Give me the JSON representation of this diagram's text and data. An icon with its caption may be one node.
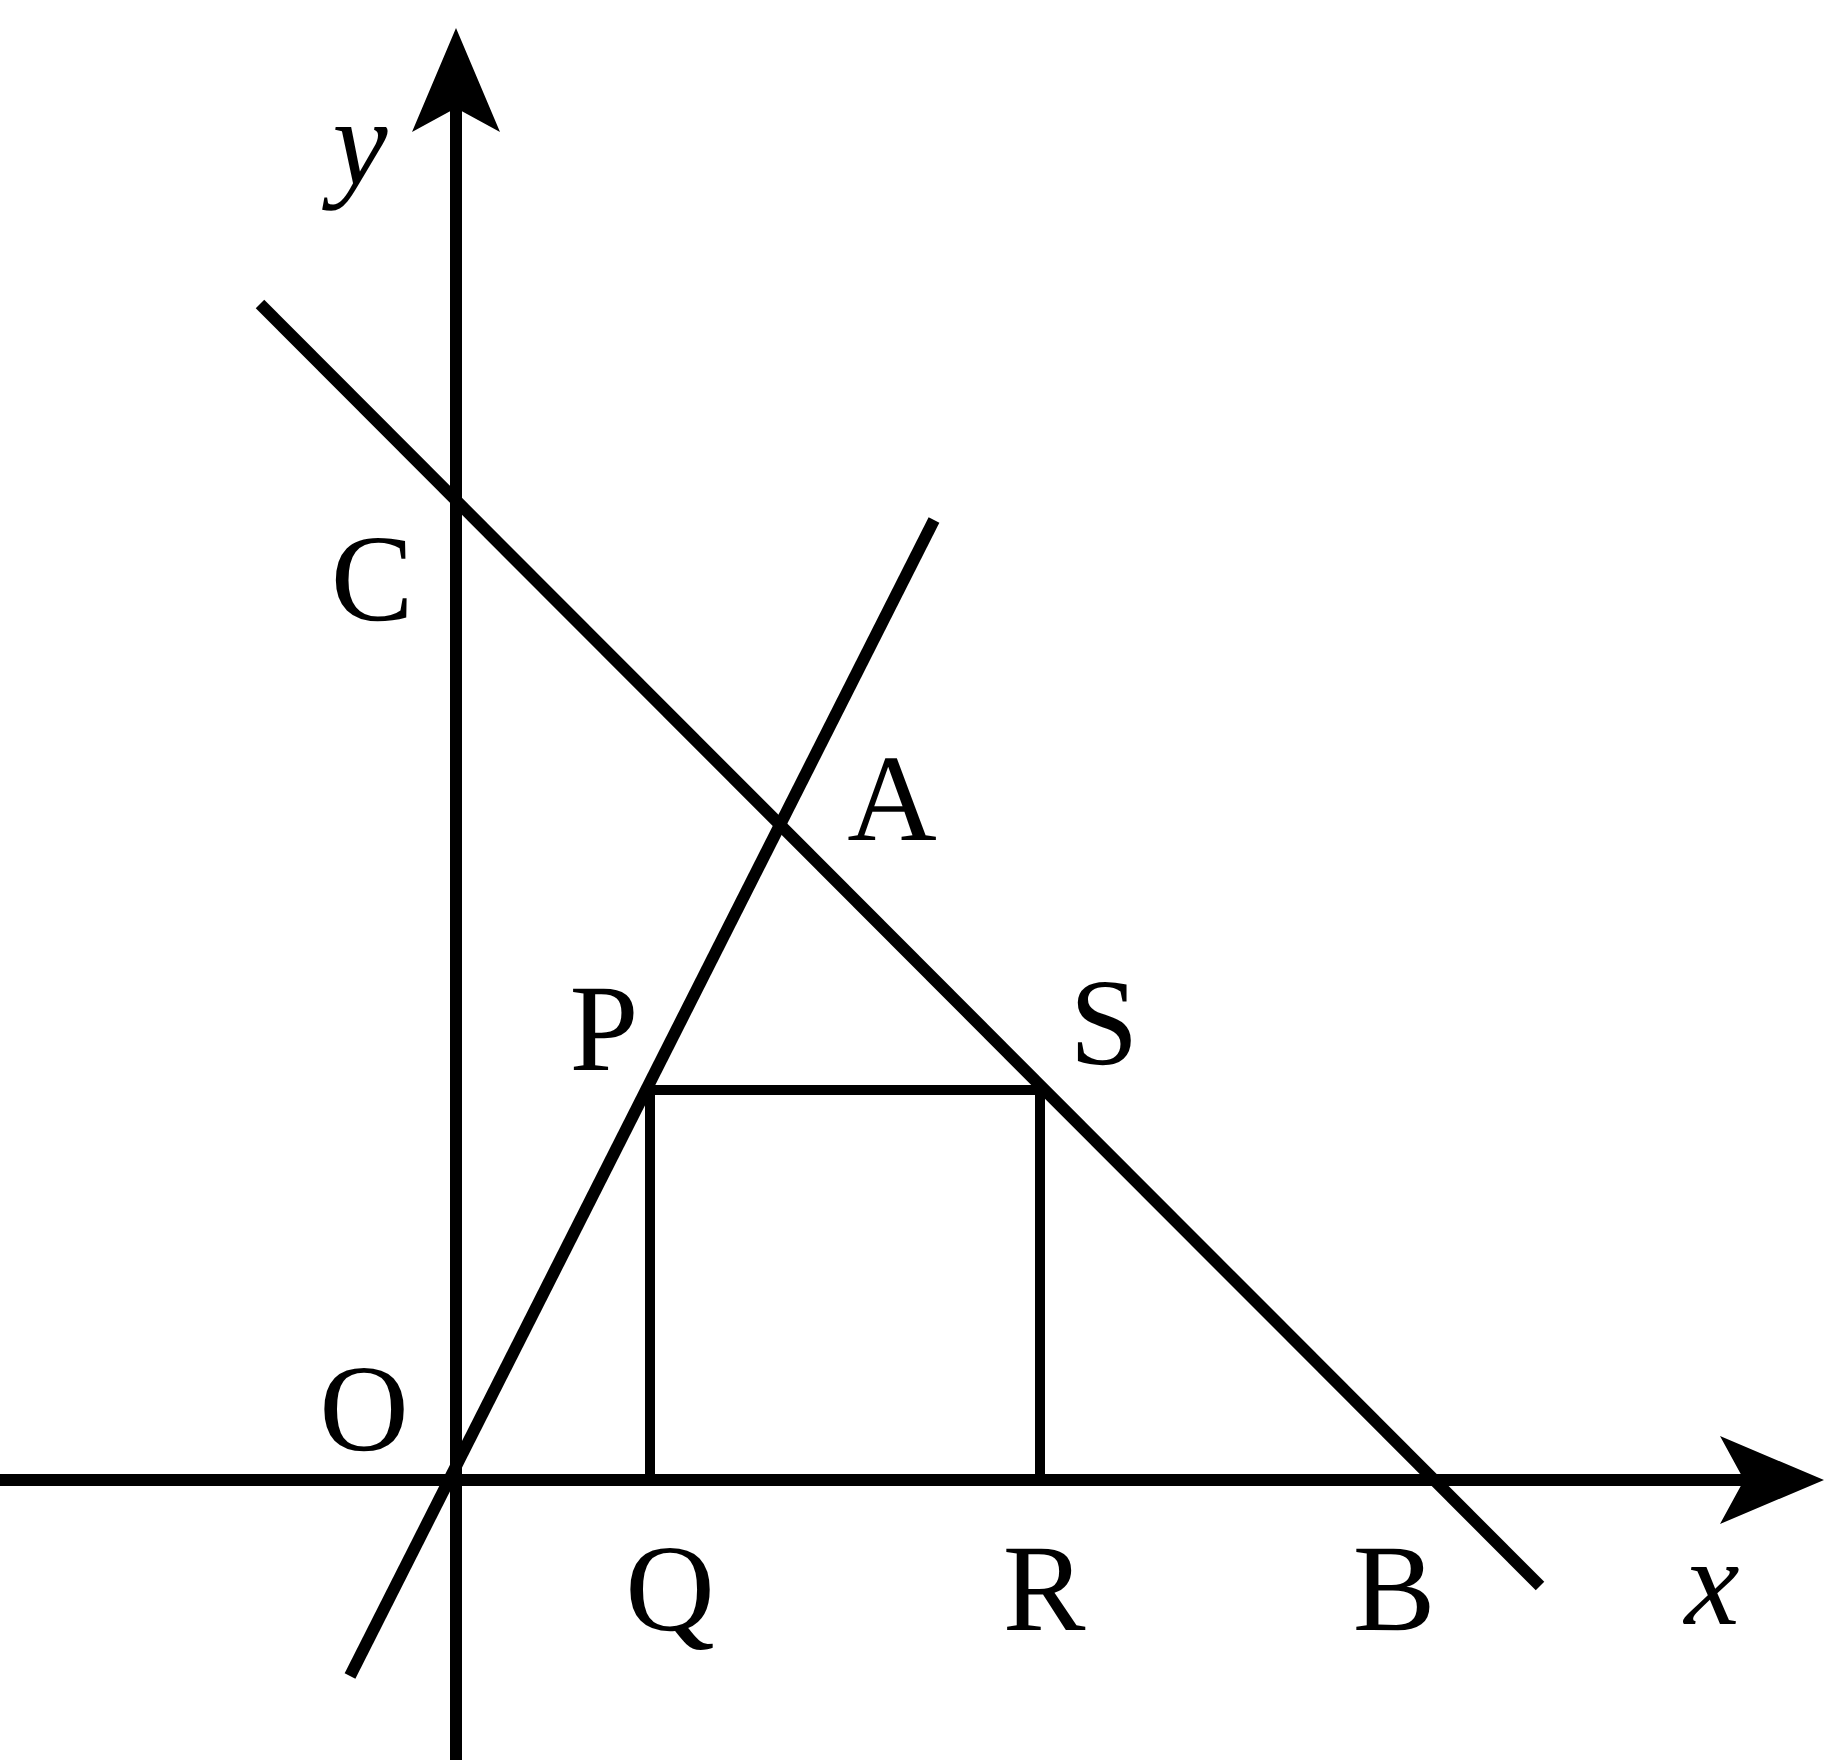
{
  "diagram": {
    "labels": [
      "y",
      "C",
      "A",
      "P",
      "S",
      "O",
      "Q",
      "R",
      "B",
      "x"
    ]
  }
}
